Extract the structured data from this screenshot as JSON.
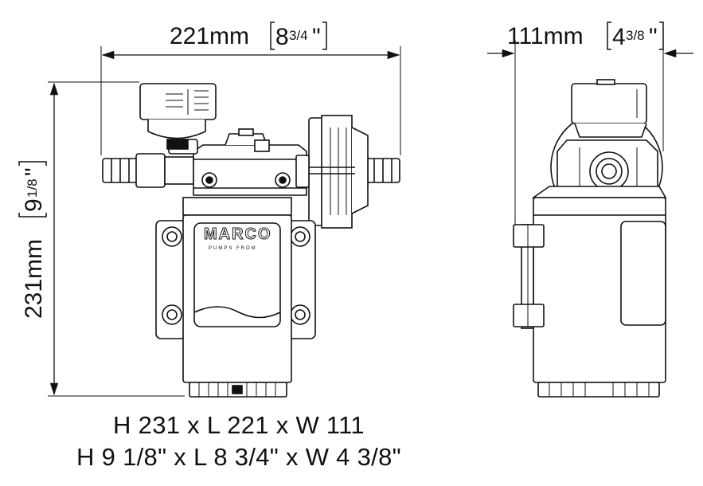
{
  "width_dimension": {
    "metric": "221mm",
    "imperial_whole": "8",
    "imperial_fraction": "3/4",
    "inch_mark": "\""
  },
  "depth_dimension": {
    "metric": "111mm",
    "imperial_whole": "4",
    "imperial_fraction": "3/8",
    "inch_mark": "\""
  },
  "height_dimension": {
    "metric": "231mm",
    "imperial_whole": "9",
    "imperial_fraction": "1/8",
    "inch_mark": "\""
  },
  "brand_label": "MARCO",
  "brand_sublabel": "PUMPS FROM",
  "summary": {
    "metric_line": "H 231 x L 221 x W 111",
    "imperial_line": "H 9 1/8\" x L 8 3/4\" x W 4 3/8\""
  }
}
